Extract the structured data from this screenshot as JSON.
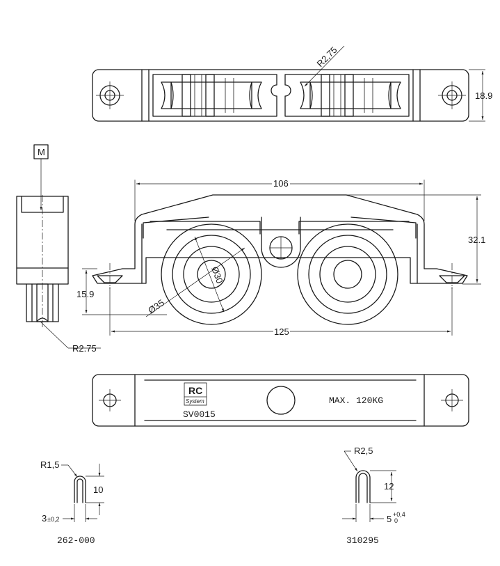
{
  "top_view": {
    "radius_label": "R2,75",
    "height_label": "18.9"
  },
  "side_view": {
    "datum_label": "M",
    "radius_label": "R2.75"
  },
  "front_view": {
    "width_label": "106",
    "height_label": "32.1",
    "base_height_label": "15.9",
    "total_width_label": "125",
    "inner_diameter_label": "Ø30",
    "outer_diameter_label": "Ø35"
  },
  "bottom_view": {
    "logo_top": "RC",
    "logo_bottom": "System",
    "code_label": "SV0015",
    "capacity_label": "MAX. 120KG"
  },
  "profile_left": {
    "radius_label": "R1,5",
    "height_label": "10",
    "width_label": "3",
    "tolerance_label": "±0,2",
    "code_label": "262-000"
  },
  "profile_right": {
    "radius_label": "R2,5",
    "height_label": "12",
    "width_label": "5",
    "tol_upper": "+0,4",
    "tol_lower": "0",
    "code_label": "310295"
  }
}
